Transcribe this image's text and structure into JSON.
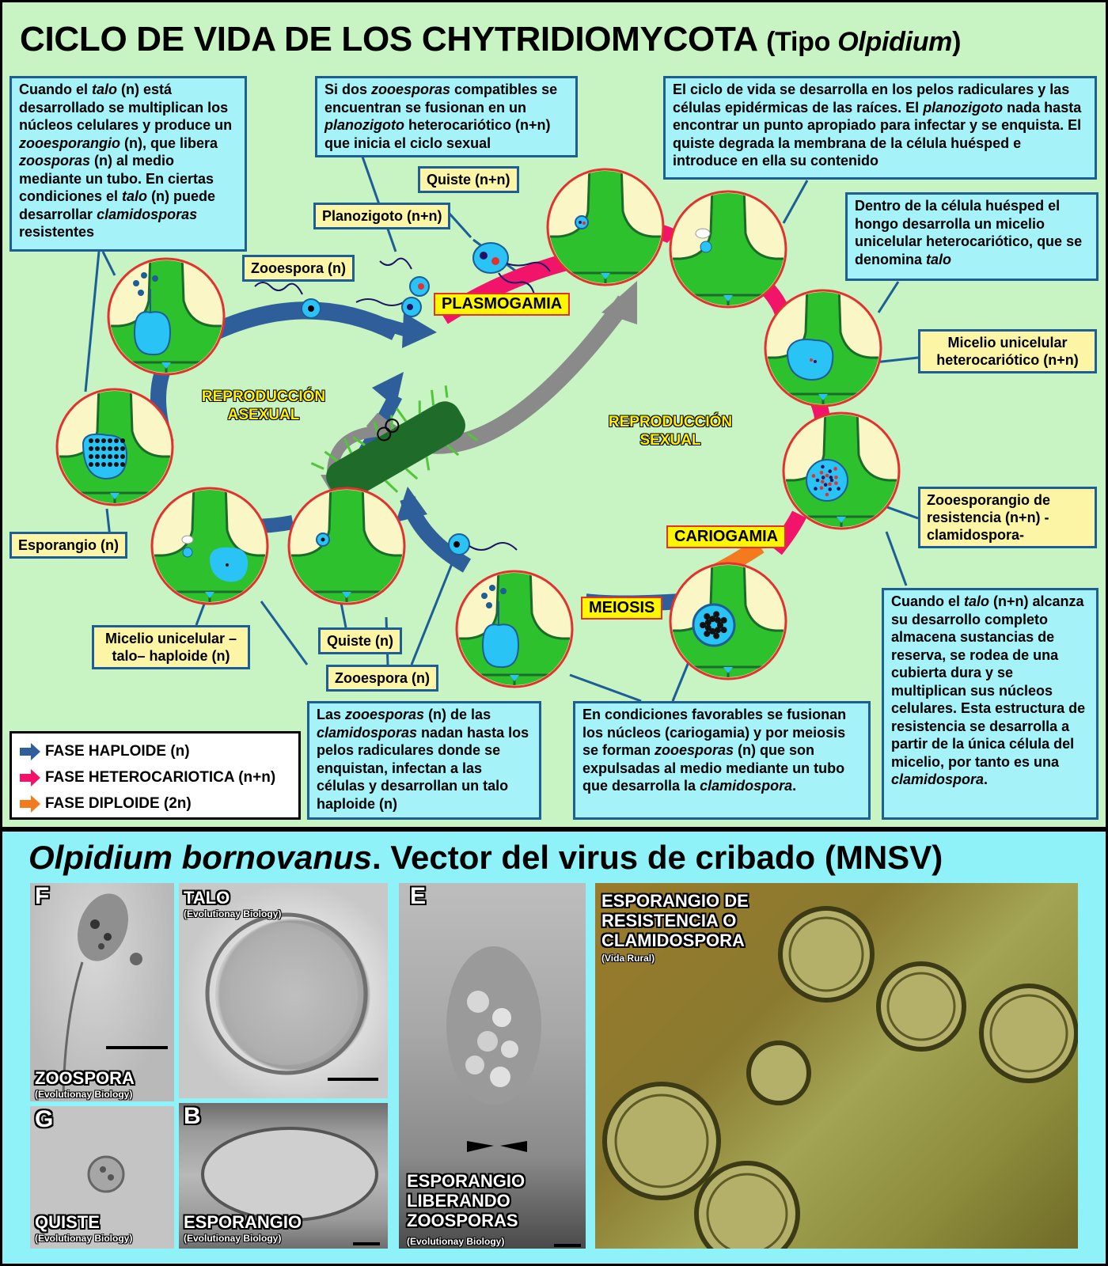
{
  "title": {
    "main": "CICLO DE VIDA DE LOS CHYTRIDIOMYCOTA",
    "sub_open": "(Tipo ",
    "sub_italic": "Olpidium",
    "sub_close": ")"
  },
  "boxes": {
    "talo_desc": [
      "Cuando el ",
      "talo",
      " (n) está desarrollado se multiplican los núcleos celulares y produce un ",
      "zooesporangio",
      " (n), que libera ",
      "zoosporas",
      " (n) al medio mediante un tubo. En ciertas condiciones el ",
      "talo",
      " (n) puede desarrollar ",
      "clamidosporas",
      " resistentes"
    ],
    "fusion_desc": [
      "Si dos ",
      "zooesporas",
      " compatibles se encuentran se fusionan en un ",
      "planozigoto",
      " heterocariótico (n+n) que inicia el ciclo sexual"
    ],
    "ciclo_desc": [
      "El ciclo de vida se desarrolla en los pelos radiculares y las células epidérmicas de las raíces. El ",
      "planozigoto",
      " nada hasta encontrar un punto apropiado para infectar y se enquista. El quiste degrada la membrana de la célula huésped e introduce en ella su contenido"
    ],
    "micelio_desc": [
      "Dentro de la célula huésped el hongo desarrolla un micelio unicelular heterocariótico, que se denomina ",
      "talo"
    ],
    "zoosporas_desc": [
      "Las ",
      "zooesporas",
      " (n) de las ",
      "clamidosporas",
      " nadan hasta los pelos radiculares donde se enquistan, infectan a las células y desarrollan un talo haploide (n)"
    ],
    "favorables_desc": [
      "En condiciones favorables se fusionan los núcleos (cariogamia) y por meiosis se forman ",
      "zooesporas",
      " (n) que son expulsadas al medio mediante un tubo que desarrolla la ",
      "clamidospora",
      "."
    ],
    "reserva_desc": [
      "Cuando el ",
      "talo",
      " (n+n) alcanza su desarrollo completo almacena sustancias de reserva, se rodea de una cubierta dura y se multiplican sus núcleos celulares. Esta estructura de resistencia se desarrolla a partir de la única célula del micelio, por tanto es una ",
      "clamidospora",
      "."
    ]
  },
  "labels": {
    "quiste_nn": "Quiste (n+n)",
    "planozigoto": "Planozigoto (n+n)",
    "zooespora_top": "Zooespora (n)",
    "micelio_het": "Micelio unicelular heterocariótico (n+n)",
    "zooesporangio_res": "Zooesporangio de resistencia (n+n) -clamidospora-",
    "esporangio": "Esporangio (n)",
    "micelio_hap": "Micelio unicelular –talo– haploide (n)",
    "quiste_n": "Quiste (n)",
    "zooespora_bottom": "Zooespora (n)"
  },
  "phases": {
    "plasmogamia": "PLASMOGAMIA",
    "cariogamia": "CARIOGAMIA",
    "meiosis": "MEIOSIS"
  },
  "repro": {
    "asexual": "REPRODUCCIÓN ASEXUAL",
    "sexual": "REPRODUCCIÓN SEXUAL"
  },
  "legend": [
    {
      "label": "FASE HAPLOIDE (n)",
      "color": "#2f5f9a"
    },
    {
      "label": "FASE HETEROCARIOTICA (n+n)",
      "color": "#f2136a"
    },
    {
      "label": "FASE DIPLOIDE (2n)",
      "color": "#f37a1f"
    }
  ],
  "bottom": {
    "title_italic": "Olpidium bornovanus",
    "title_rest": ". Vector del virus de cribado (MNSV)",
    "photos": {
      "zoospora": {
        "letter": "F",
        "label": "ZOOSPORA",
        "credit": "(Evolutionay Biology)"
      },
      "talo": {
        "label": "TALO",
        "credit": "(Evolutionay Biology)"
      },
      "quiste": {
        "letter": "G",
        "label": "QUISTE",
        "credit": "(Evolutionay Biology)"
      },
      "esporangio": {
        "letter": "B",
        "label": "ESPORANGIO",
        "credit": "(Evolutionay Biology)"
      },
      "liberando": {
        "letter": "E",
        "label": "ESPORANGIO LIBERANDO ZOOSPORAS",
        "credit": "(Evolutionay Biology)"
      },
      "clamidospora": {
        "label": "ESPORANGIO DE RESISTENCIA O CLAMIDOSPORA",
        "credit": "(Vida Rural)"
      }
    }
  },
  "colors": {
    "haploid": "#2f5f9a",
    "heterocaryotic": "#f2136a",
    "diploid": "#f37a1f",
    "cell_green": "#2ec12e",
    "host_cream": "#fbf6c6",
    "fungus_cyan": "#29c3f5"
  }
}
